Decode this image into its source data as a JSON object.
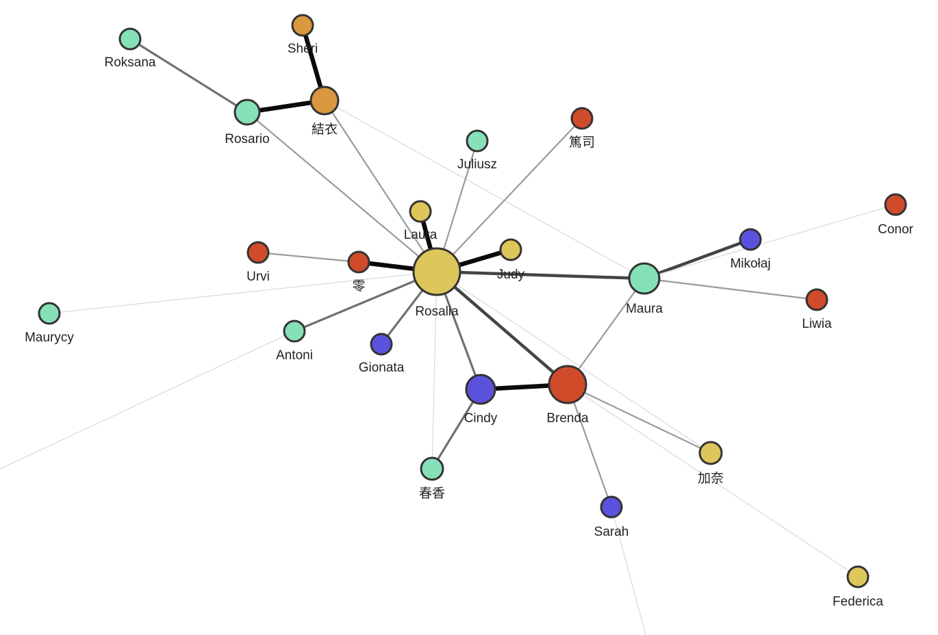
{
  "colors": {
    "teal": "#86e0b8",
    "orange": "#d9973f",
    "yellow": "#ddc65a",
    "red": "#d04b2a",
    "blue": "#5a52dc",
    "stroke": "#333333",
    "label": "#222222"
  },
  "nodes": [
    {
      "id": "Rosalia",
      "label": "Rosalia",
      "group": "yellow"
    },
    {
      "id": "Brenda",
      "label": "Brenda",
      "group": "red"
    },
    {
      "id": "Maura",
      "label": "Maura",
      "group": "teal"
    },
    {
      "id": "Cindy",
      "label": "Cindy",
      "group": "blue"
    },
    {
      "id": "Yui",
      "label": "結衣",
      "group": "orange"
    },
    {
      "id": "Rosario",
      "label": "Rosario",
      "group": "teal"
    },
    {
      "id": "Sheri",
      "label": "Sheri",
      "group": "orange"
    },
    {
      "id": "Roksana",
      "label": "Roksana",
      "group": "teal"
    },
    {
      "id": "Juliusz",
      "label": "Juliusz",
      "group": "teal"
    },
    {
      "id": "Atsushi",
      "label": "篤司",
      "group": "red"
    },
    {
      "id": "Laura",
      "label": "Laura",
      "group": "yellow"
    },
    {
      "id": "Judy",
      "label": "Judy",
      "group": "yellow"
    },
    {
      "id": "Urvi",
      "label": "Urvi",
      "group": "red"
    },
    {
      "id": "Rei",
      "label": "零",
      "group": "red"
    },
    {
      "id": "Maurycy",
      "label": "Maurycy",
      "group": "teal"
    },
    {
      "id": "Antoni",
      "label": "Antoni",
      "group": "teal"
    },
    {
      "id": "Gionata",
      "label": "Gionata",
      "group": "blue"
    },
    {
      "id": "Haruka",
      "label": "春香",
      "group": "teal"
    },
    {
      "id": "Mikolaj",
      "label": "Mikołaj",
      "group": "blue"
    },
    {
      "id": "Conor",
      "label": "Conor",
      "group": "red"
    },
    {
      "id": "Liwia",
      "label": "Liwia",
      "group": "red"
    },
    {
      "id": "Kana",
      "label": "加奈",
      "group": "yellow"
    },
    {
      "id": "Sarah",
      "label": "Sarah",
      "group": "blue"
    },
    {
      "id": "Federica",
      "label": "Federica",
      "group": "yellow"
    }
  ],
  "links": [
    {
      "source": "Sheri",
      "target": "Yui",
      "weight": 5
    },
    {
      "source": "Rosario",
      "target": "Yui",
      "weight": 5
    },
    {
      "source": "Rosario",
      "target": "Roksana",
      "weight": 3
    },
    {
      "source": "Rosario",
      "target": "Rosalia",
      "weight": 2
    },
    {
      "source": "Yui",
      "target": "Rosalia",
      "weight": 2
    },
    {
      "source": "Yui",
      "target": "Maura",
      "weight": 1
    },
    {
      "source": "Laura",
      "target": "Rosalia",
      "weight": 5
    },
    {
      "source": "Judy",
      "target": "Rosalia",
      "weight": 5
    },
    {
      "source": "Rei",
      "target": "Rosalia",
      "weight": 5
    },
    {
      "source": "Rei",
      "target": "Urvi",
      "weight": 2
    },
    {
      "source": "Juliusz",
      "target": "Rosalia",
      "weight": 2
    },
    {
      "source": "Atsushi",
      "target": "Rosalia",
      "weight": 2
    },
    {
      "source": "Maurycy",
      "target": "Rosalia",
      "weight": 1
    },
    {
      "source": "Antoni",
      "target": "Rosalia",
      "weight": 3
    },
    {
      "source": "Gionata",
      "target": "Rosalia",
      "weight": 3
    },
    {
      "source": "Cindy",
      "target": "Rosalia",
      "weight": 3
    },
    {
      "source": "Haruka",
      "target": "Rosalia",
      "weight": 1
    },
    {
      "source": "Rosalia",
      "target": "Brenda",
      "weight": 4
    },
    {
      "source": "Rosalia",
      "target": "Maura",
      "weight": 4
    },
    {
      "source": "Rosalia",
      "target": "Kana",
      "weight": 1
    },
    {
      "source": "Cindy",
      "target": "Brenda",
      "weight": 5
    },
    {
      "source": "Cindy",
      "target": "Haruka",
      "weight": 3
    },
    {
      "source": "Brenda",
      "target": "Maura",
      "weight": 2
    },
    {
      "source": "Brenda",
      "target": "Kana",
      "weight": 2
    },
    {
      "source": "Brenda",
      "target": "Sarah",
      "weight": 2
    },
    {
      "source": "Brenda",
      "target": "Federica",
      "weight": 1
    },
    {
      "source": "Maura",
      "target": "Mikolaj",
      "weight": 4
    },
    {
      "source": "Maura",
      "target": "Conor",
      "weight": 1
    },
    {
      "source": "Maura",
      "target": "Liwia",
      "weight": 2
    },
    {
      "source": "Antoni",
      "target": "offscreen-left",
      "weight": 1
    },
    {
      "source": "Sarah",
      "target": "offscreen-bottom",
      "weight": 1
    }
  ]
}
